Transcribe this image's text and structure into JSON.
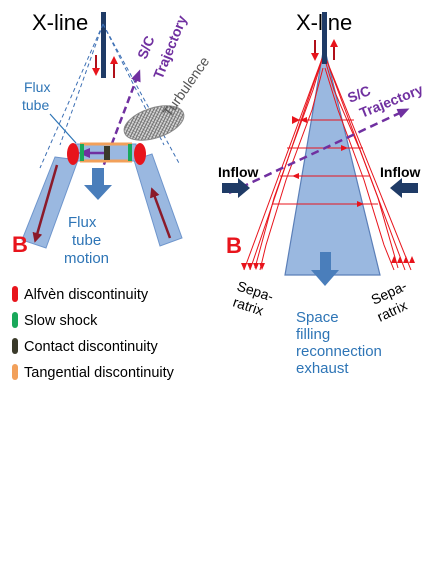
{
  "left_panel": {
    "xline_label": "X-line",
    "flux_tube_label_lines": [
      "Flux",
      "tube"
    ],
    "trajectory_label_lines": [
      "S/C",
      "Trajectory"
    ],
    "turbulence_label": "Turbulence",
    "motion_label_lines": [
      "Flux",
      "tube",
      "motion"
    ],
    "b_label": "B"
  },
  "right_panel": {
    "xline_label": "X-line",
    "trajectory_label_lines": [
      "S/C",
      "Trajectory"
    ],
    "inflow_left_label": "Inflow",
    "inflow_right_label": "Inflow",
    "b_label": "B",
    "separatrix_left_lines": [
      "Sepa-",
      "ratrix"
    ],
    "separatrix_right_lines": [
      "Sepa-",
      "ratrix"
    ],
    "exhaust_label_lines": [
      "Space",
      "filling",
      "reconnection",
      "exhaust"
    ]
  },
  "legend": [
    {
      "label": "Alfvèn discontinuity",
      "color": "#e8141c"
    },
    {
      "label": "Slow shock",
      "color": "#19a85a"
    },
    {
      "label": "Contact discontinuity",
      "color": "#3a3a2a"
    },
    {
      "label": "Tangential discontinuity",
      "color": "#f2a05a"
    }
  ],
  "colors": {
    "tube_fill": "#9ab8e0",
    "tube_stroke": "#6e95cc",
    "field_line": "#e8141c",
    "trajectory": "#7030a0",
    "arrow_blue": "#4a7ebb",
    "label_blue": "#2e75b6",
    "b_red": "#e8141c",
    "xline_bar": "#1f3b66"
  }
}
